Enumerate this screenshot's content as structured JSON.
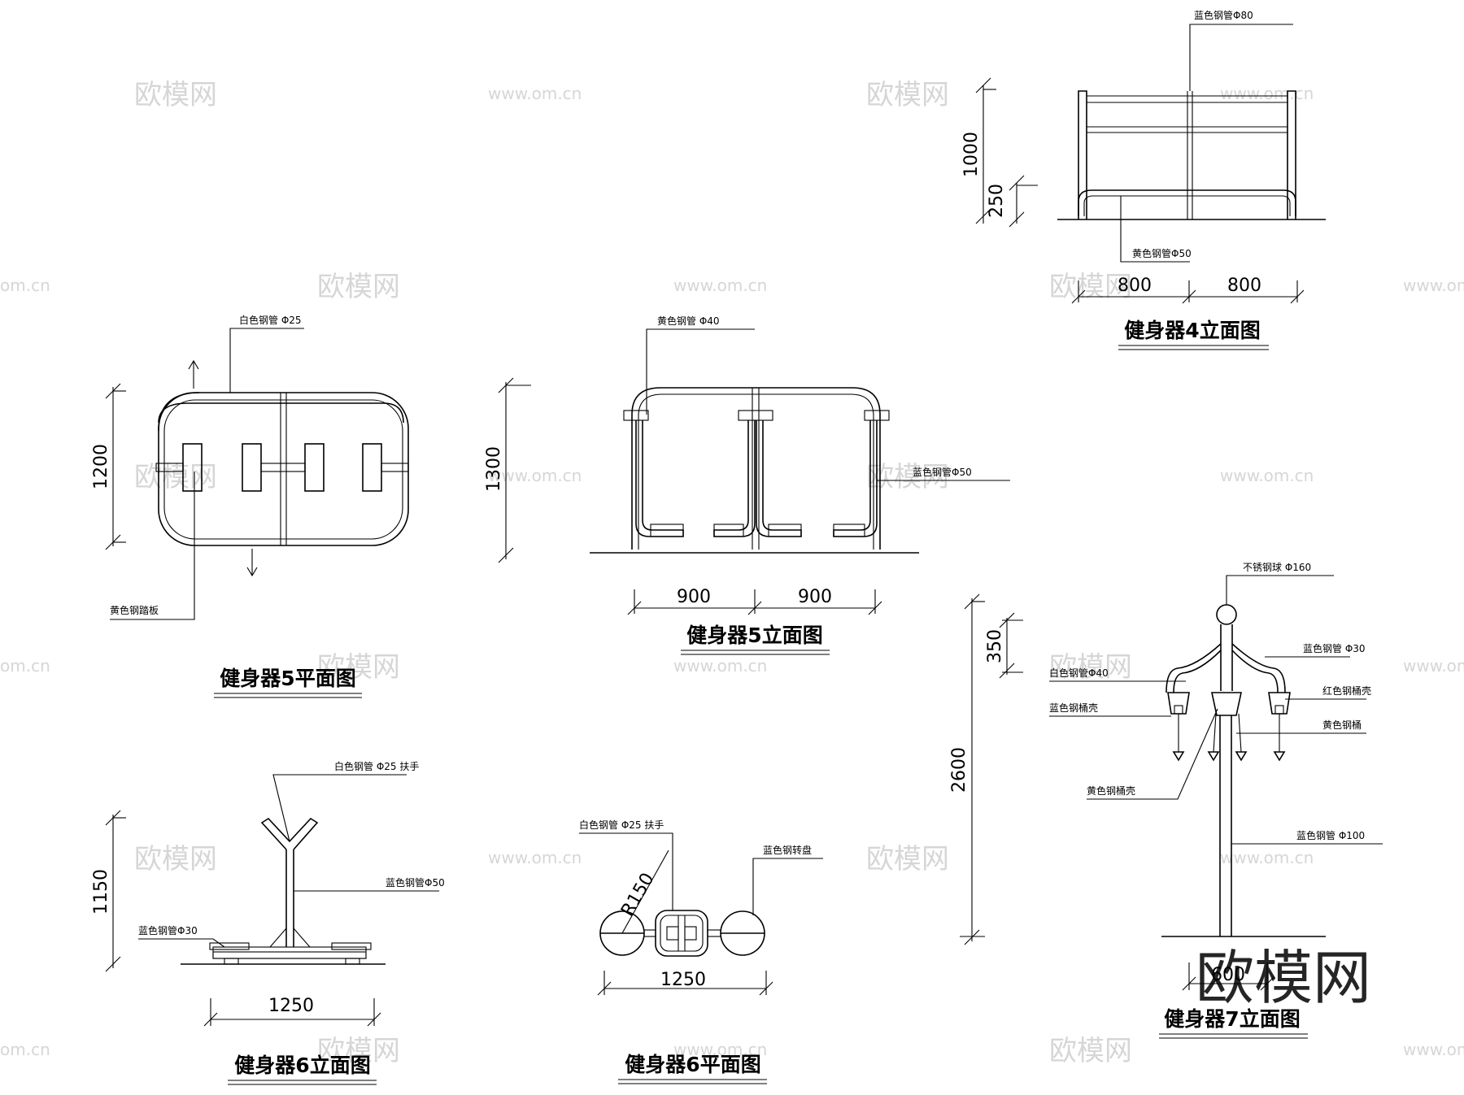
{
  "watermark": {
    "brand": "欧模网",
    "url": "www.om.cn",
    "url_partial": "om.cn"
  },
  "drawings": {
    "d4_elev": {
      "title": "健身器4立面图",
      "dims": {
        "height_total": "1000",
        "height_low": "250",
        "width_left": "800",
        "width_right": "800"
      },
      "notes": {
        "top": "蓝色钢管Φ80",
        "bottom": "黄色钢管Φ50"
      }
    },
    "d5_plan": {
      "title": "健身器5平面图",
      "dims": {
        "height": "1200"
      },
      "notes": {
        "top": "白色钢管 Φ25",
        "bottom": "黄色钢踏板"
      }
    },
    "d5_elev": {
      "title": "健身器5立面图",
      "dims": {
        "height": "1300",
        "width_left": "900",
        "width_right": "900"
      },
      "notes": {
        "top": "黄色钢管 Φ40",
        "right": "蓝色钢管Φ50"
      }
    },
    "d6_elev": {
      "title": "健身器6立面图",
      "dims": {
        "height": "1150",
        "width": "1250"
      },
      "notes": {
        "top": "白色钢管 Φ25 扶手",
        "right": "蓝色钢管Φ50",
        "left": "蓝色钢管Φ30"
      }
    },
    "d6_plan": {
      "title": "健身器6平面图",
      "dims": {
        "radius": "R150",
        "width": "1250"
      },
      "notes": {
        "left": "白色钢管 Φ25 扶手",
        "right": "蓝色钢转盘"
      }
    },
    "d7_elev": {
      "title": "健身器7立面图",
      "dims": {
        "height_total": "2600",
        "height_top": "350",
        "width": "600"
      },
      "notes": {
        "top": "不锈钢球 Φ160",
        "right1": "蓝色钢管 Φ30",
        "left1": "白色钢管Φ40",
        "left2": "蓝色钢桶壳",
        "right2": "红色钢桶壳",
        "right3": "黄色钢桶",
        "left3": "黄色钢桶壳",
        "right4": "蓝色钢管 Φ100"
      }
    }
  }
}
